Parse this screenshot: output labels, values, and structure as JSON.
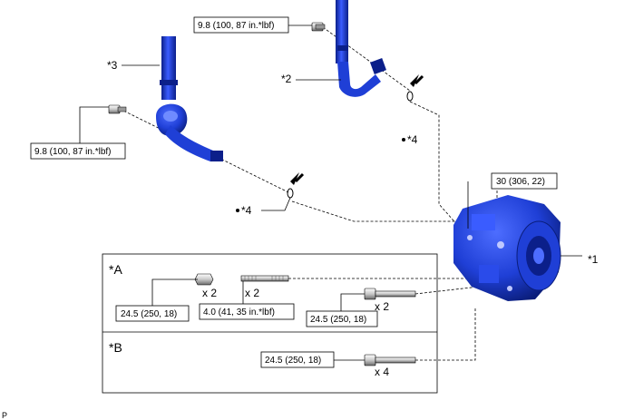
{
  "callouts": {
    "part_1": "*1",
    "part_2": "*2",
    "part_3": "*3",
    "part_4a": "*4",
    "part_4b": "*4"
  },
  "torques": {
    "hose_top_bolt": "9.8 (100, 87 in.*lbf)",
    "hose_left_bolt": "9.8 (100, 87 in.*lbf)",
    "compressor_mount": "30 (306, 22)",
    "a_nut": "24.5 (250, 18)",
    "a_stud": "4.0 (41, 35 in.*lbf)",
    "a_bolt": "24.5 (250, 18)",
    "b_bolt": "24.5 (250, 18)"
  },
  "sections": {
    "a_label": "*A",
    "b_label": "*B"
  },
  "quantities": {
    "a_nut_qty": "x 2",
    "a_stud_qty": "x 2",
    "a_bolt_qty": "x 2",
    "b_bolt_qty": "x 4"
  },
  "corner_mark": "P",
  "colors": {
    "part_blue": "#1f3fd6",
    "part_dark": "#0b1f8a",
    "part_light": "#5b7bff"
  }
}
